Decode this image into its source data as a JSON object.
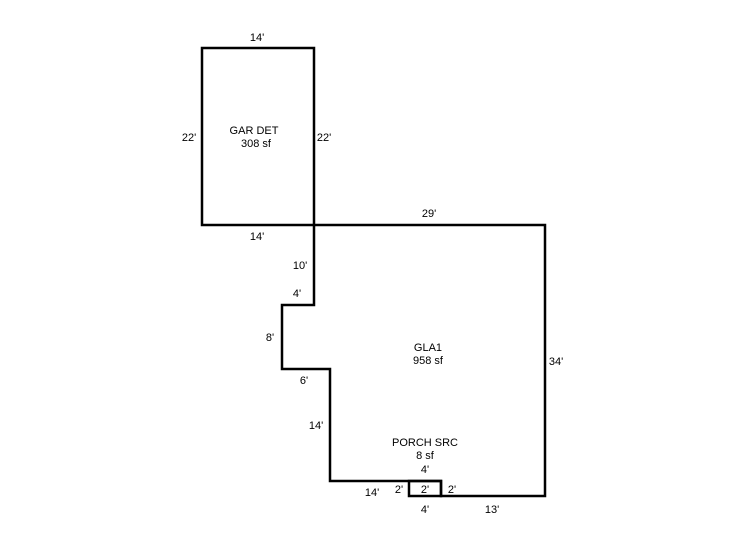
{
  "areas": {
    "garage": {
      "name": "GAR DET",
      "area": "308 sf"
    },
    "gla": {
      "name": "GLA1",
      "area": "958 sf"
    },
    "porch": {
      "name": "PORCH SRC",
      "area": "8 sf"
    }
  },
  "dimensions": {
    "garage_top": "14'",
    "garage_left": "22'",
    "garage_right": "22'",
    "garage_bottom": "14'",
    "gla_top": "29'",
    "gla_right": "34'",
    "gla_step1": "10'",
    "gla_step2": "4'",
    "gla_step3": "8'",
    "gla_step4": "6'",
    "gla_step5": "14'",
    "gla_bottom_left": "14'",
    "gla_bottom_right": "13'",
    "porch_top": "4'",
    "porch_bottom": "4'",
    "porch_left": "2'",
    "porch_right": "2'",
    "porch_inner": "2'"
  },
  "colors": {
    "line": "#000000",
    "background": "#ffffff"
  }
}
